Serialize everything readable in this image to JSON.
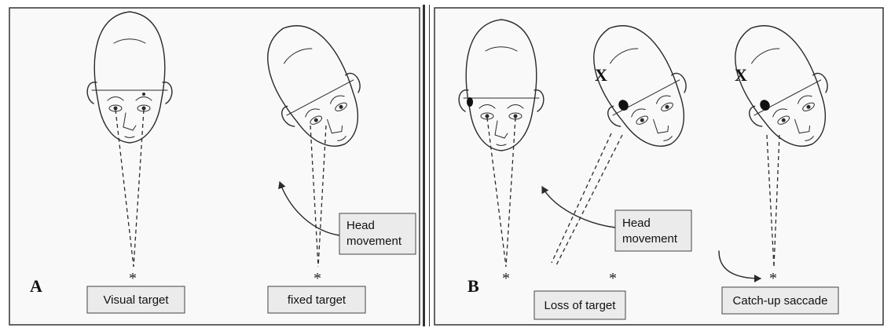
{
  "panels": [
    {
      "letter": "A",
      "labels": {
        "visual_target": "Visual target",
        "fixed_target": "fixed target",
        "head_movement": "Head movement"
      }
    },
    {
      "letter": "B",
      "markers": [
        "X",
        "X"
      ],
      "labels": {
        "head_movement": "Head movement",
        "loss_of_target": "Loss of target",
        "catch_up_saccade": "Catch-up saccade"
      }
    }
  ],
  "target_symbol": "*"
}
